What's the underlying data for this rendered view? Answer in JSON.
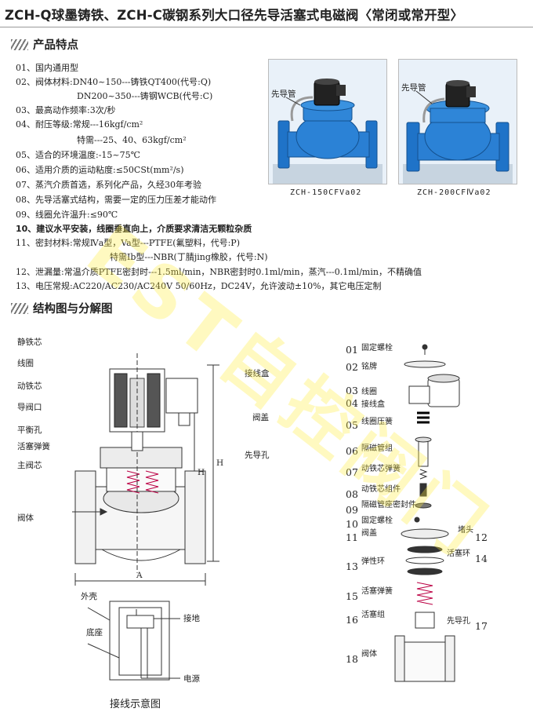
{
  "title": "ZCH-Q球墨铸铁、ZCH-C碳钢系列大口径先导活塞式电磁阀〈常闭或常开型〉",
  "section1": "产品特点",
  "features": [
    "01、国内通用型",
    "02、阀体材料:DN40~150---铸铁QT400(代号:Q)",
    "DN200~350---铸钢WCB(代号:C)",
    "03、最高动作频率:3次/秒",
    "04、耐压等级:常规---16kgf/cm²",
    "特需---25、40、63kgf/cm²",
    "05、适合的环境温度:-15~75℃",
    "06、适用介质的运动粘度:≤50CSt(mm²/s)",
    "07、蒸汽介质首选，系列化产品，久经30年考验",
    "08、先导活塞式结构，需要一定的压力压差才能动作",
    "09、线圈允许温升:≤90℃",
    "10、建议水平安装，线圈垂直向上，介质要求清洁无颗粒杂质",
    "11、密封材料:常规Ⅳa型，Va型---PTFE(氟塑料，代号:P)",
    "特需Ib型---NBR(丁腈jing橡胶，代号:N)",
    "12、泄漏量:常温介质PTFE密封时---1.5ml/min，NBR密封时0.1ml/min，蒸汽---0.1ml/min，不精确值",
    "13、电压常规:AC220/AC230/AC240V  50/60Hz，DC24V，允许波动±10%，其它电压定制"
  ],
  "photos": [
    {
      "label": "先导管",
      "caption": "ZCH-150CFVa02"
    },
    {
      "label": "先导管",
      "caption": "ZCH-200CFⅣa02"
    }
  ],
  "section2": "结构图与分解图",
  "section_labels": {
    "left": [
      "静铁芯",
      "线圈",
      "动铁芯",
      "导阀口",
      "平衡孔",
      "活塞弹簧",
      "主阀芯",
      "阀体"
    ],
    "right": [
      "接线盒",
      "阀盖",
      "先导孔"
    ],
    "dim_a": "A",
    "dim_h": "H",
    "dim_h1": "H"
  },
  "wiring": {
    "shell": "外壳",
    "base": "底座",
    "ground": "接地",
    "power": "电源",
    "caption": "接线示意图"
  },
  "parts": [
    {
      "num": "01",
      "name": "固定螺栓"
    },
    {
      "num": "02",
      "name": "铭牌"
    },
    {
      "num": "03",
      "name": "线圈"
    },
    {
      "num": "04",
      "name": "接线盒"
    },
    {
      "num": "05",
      "name": "线圈压簧"
    },
    {
      "num": "06",
      "name": "隔磁管组"
    },
    {
      "num": "07",
      "name": "动铁芯弹簧"
    },
    {
      "num": "08",
      "name": "动铁芯组件"
    },
    {
      "num": "09",
      "name": "隔磁管座密封件"
    },
    {
      "num": "10",
      "name": "固定螺栓"
    },
    {
      "num": "11",
      "name": "阀盖"
    },
    {
      "num": "12",
      "name": "堵头"
    },
    {
      "num": "13",
      "name": "弹性环"
    },
    {
      "num": "14",
      "name": "活塞环"
    },
    {
      "num": "15",
      "name": "活塞弹簧"
    },
    {
      "num": "16",
      "name": "活塞组"
    },
    {
      "num": "17",
      "name": "先导孔"
    },
    {
      "num": "18",
      "name": "阀体"
    }
  ],
  "watermark": "EST自控阀门",
  "colors": {
    "valve_blue": "#1f73c8",
    "coil_black": "#222222",
    "watermark": "#ffe93c"
  }
}
